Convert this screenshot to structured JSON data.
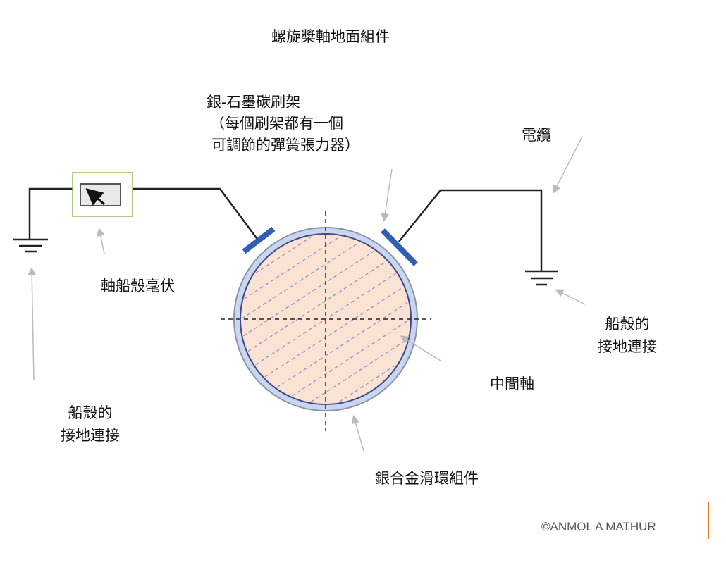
{
  "title": "螺旋槳軸地面組件",
  "labels": {
    "brush_line1": "銀-石墨碳刷架",
    "brush_line2": "（每個刷架都有一個",
    "brush_line3": "可調節的彈簧張力器）",
    "cable": "電纜",
    "millivolt": "軸船殼毫伏",
    "hull_ground_right_1": "船殼的",
    "hull_ground_right_2": "接地連接",
    "hull_ground_left_1": "船殼的",
    "hull_ground_left_2": "接地連接",
    "middle_shaft": "中間軸",
    "slip_ring": "銀合金滑環組件"
  },
  "copyright": "©ANMOL A MATHUR",
  "colors": {
    "brush": "#2f5eb5",
    "shaft_fill": "#fbe3d3",
    "ring": "#c9d6ee",
    "meter_border": "#8fbf5a",
    "accent": "#e07a2a"
  }
}
